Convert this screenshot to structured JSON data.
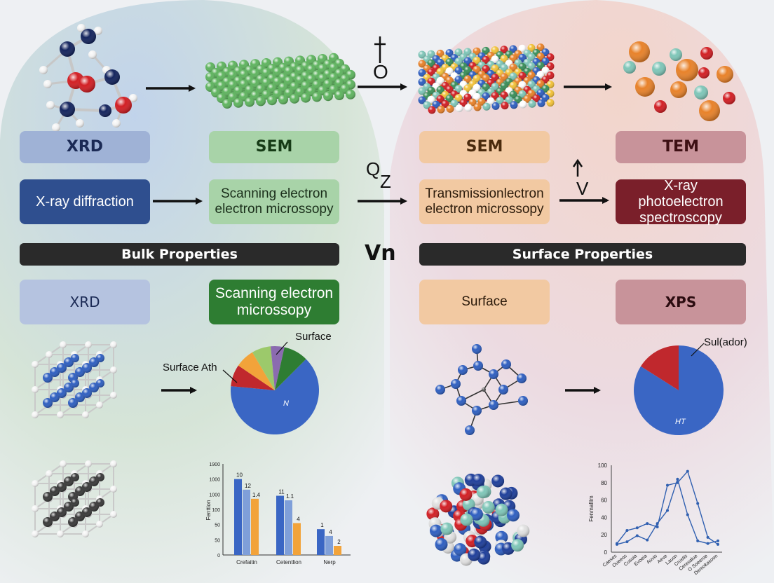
{
  "row1_boxes": [
    {
      "label": "XRD",
      "bg": "#9fb2d6",
      "fg": "#1b2a55"
    },
    {
      "label": "SEM",
      "bg": "#a8d3a8",
      "fg": "#163b16"
    },
    {
      "label": "SEM",
      "bg": "#f2c9a2",
      "fg": "#4a2a0c"
    },
    {
      "label": "TEM",
      "bg": "#c8939a",
      "fg": "#3e1014"
    }
  ],
  "row2_boxes": [
    {
      "label": "X-ray diffraction",
      "bg": "#2f4f8f",
      "fg": "#ffffff"
    },
    {
      "label": "Scanning electron electron microssopy",
      "bg": "#a8d3a8",
      "fg": "#1a2e1a"
    },
    {
      "label": "Transmissionlectron electron microssopy",
      "bg": "#f2c9a2",
      "fg": "#2b1a0a"
    },
    {
      "label": "X-ray photoelectron spectroscopy",
      "bg": "#7a1f2a",
      "fg": "#ffffff"
    }
  ],
  "band_labels": {
    "left": "Bulk Properties",
    "right": "Surface Properties"
  },
  "center_label": "Vn",
  "row3_boxes": [
    {
      "label": "XRD",
      "bg": "#b5c3e0",
      "fg": "#1b2a55"
    },
    {
      "label": "Scanning electron microssopy",
      "bg": "#2e7d32",
      "fg": "#ffffff"
    },
    {
      "label": "Surface",
      "bg": "#f2c9a2",
      "fg": "#2b1a0a"
    },
    {
      "label": "XPS",
      "bg": "#c8939a",
      "fg": "#2b0c10"
    }
  ],
  "symbols": {
    "top": "O",
    "qz": "Q",
    "qz_sub": "Z",
    "v": "V"
  },
  "pie_left": {
    "callout_top": "Surface",
    "callout_left": "Surface Ath",
    "center_text": "N",
    "slices": [
      {
        "value": 64,
        "color": "#3a66c4"
      },
      {
        "value": 8,
        "color": "#c0282d"
      },
      {
        "value": 7,
        "color": "#f2a33a"
      },
      {
        "value": 7,
        "color": "#9cc96b"
      },
      {
        "value": 5,
        "color": "#8b6bb0"
      },
      {
        "value": 9,
        "color": "#2e7d32"
      }
    ]
  },
  "pie_right": {
    "callout": "Sul(ador)",
    "center_text": "HT",
    "slices": [
      {
        "value": 84,
        "color": "#3a66c4"
      },
      {
        "value": 16,
        "color": "#c0282d"
      }
    ]
  },
  "chart_data": [
    {
      "type": "bar",
      "ylabel": "Fenttion",
      "y_ticks": [
        "1900",
        "1000",
        "1000",
        "100",
        "50",
        "50",
        "0"
      ],
      "categories": [
        "Crefaitin",
        "Cetentlion",
        "Nerp"
      ],
      "series": [
        {
          "color": "#3a66c4",
          "values": [
            1000,
            780,
            340
          ],
          "labels": [
            "10",
            "11",
            "1"
          ]
        },
        {
          "color": "#7f9fd9",
          "values": [
            860,
            720,
            250
          ],
          "labels": [
            "12",
            "1.1",
            "4"
          ]
        },
        {
          "color": "#f2a33a",
          "values": [
            740,
            420,
            120
          ],
          "labels": [
            "1.4",
            "4",
            "2"
          ]
        }
      ],
      "ylim": [
        0,
        1200
      ]
    },
    {
      "type": "line",
      "ylabel": "Fenmafilm",
      "ylim": [
        0,
        100
      ],
      "y_ticks": [
        0,
        20,
        40,
        60,
        80,
        100
      ],
      "x_labels": [
        "Caexes",
        "Oueeos",
        "Cusuia",
        "Evoeia",
        "Auvis",
        "Aeve",
        "Lausn",
        "Crustis",
        "Ceresalue",
        "O Soeeroe",
        "Demokasoon"
      ],
      "series": [
        {
          "values": [
            9,
            12,
            19,
            14,
            33,
            48,
            84,
            43,
            13,
            10,
            13
          ]
        },
        {
          "values": [
            10,
            25,
            28,
            33,
            29,
            77,
            80,
            93,
            56,
            17,
            9
          ]
        }
      ],
      "color": "#2f5fb0"
    }
  ],
  "colors": {
    "navy_atom": "#15255e",
    "red_atom": "#d21f24",
    "white_atom": "#f4f4f4",
    "green_atom": "#5fb45f",
    "blue_atom": "#2f5fc0",
    "dark_atom": "#3a3a3a",
    "teal_atom": "#7fc6b8",
    "orange_atom": "#e8822a"
  }
}
